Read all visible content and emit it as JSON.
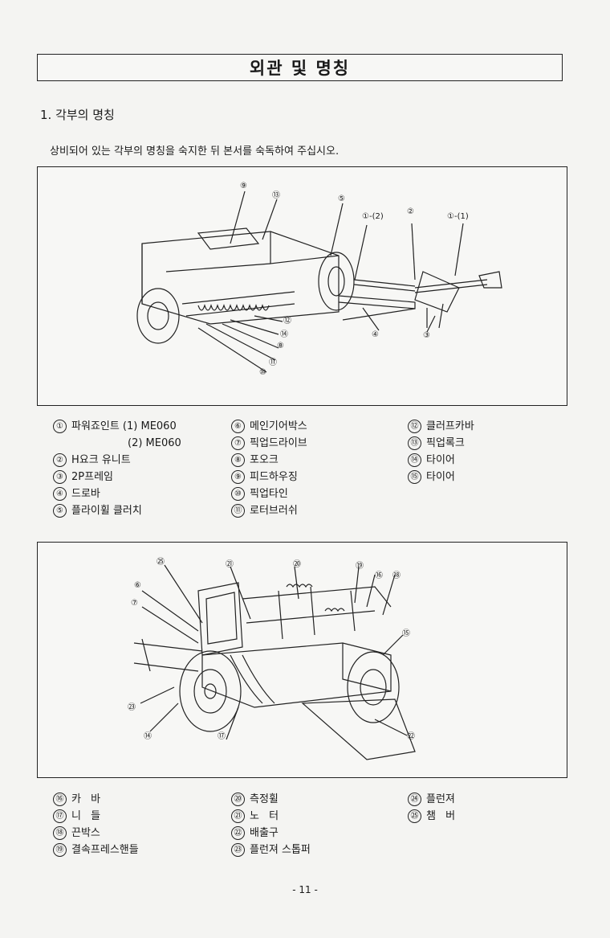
{
  "header": {
    "title": "외관 및 명칭"
  },
  "section": {
    "title": "1. 각부의 명칭"
  },
  "intro": "상비되어 있는 각부의 명칭을 숙지한 뒤 본서를 숙독하여 주십시오.",
  "figure1": {
    "callouts": [
      "⑨",
      "⑬",
      "⑤",
      "①-(2)",
      "②",
      "①-(1)",
      "⑫",
      "⑭",
      "⑧",
      "⑪",
      "⑩",
      "④",
      "③"
    ]
  },
  "legend1": {
    "col1": [
      {
        "num": "①",
        "label": "파워죠인트 (1) ME060"
      },
      {
        "num": "",
        "label": "(2) ME060"
      },
      {
        "num": "②",
        "label": "H요크 유니트"
      },
      {
        "num": "③",
        "label": "2P프레임"
      },
      {
        "num": "④",
        "label": "드로바"
      },
      {
        "num": "⑤",
        "label": "플라이휠 클러치"
      }
    ],
    "col2": [
      {
        "num": "⑥",
        "label": "메인기어박스"
      },
      {
        "num": "⑦",
        "label": "픽업드라이브"
      },
      {
        "num": "⑧",
        "label": "포오크"
      },
      {
        "num": "⑨",
        "label": "피드하우징"
      },
      {
        "num": "⑩",
        "label": "픽업타인"
      },
      {
        "num": "⑪",
        "label": "로터브러쉬"
      }
    ],
    "col3": [
      {
        "num": "⑫",
        "label": "클러프카바"
      },
      {
        "num": "⑬",
        "label": "픽업록크"
      },
      {
        "num": "⑭",
        "label": "타이어"
      },
      {
        "num": "⑮",
        "label": "타이어"
      }
    ]
  },
  "figure2": {
    "callouts": [
      "㉕",
      "㉑",
      "⑳",
      "⑲",
      "⑯",
      "⑱",
      "⑥",
      "⑦",
      "⑮",
      "㉓",
      "⑭",
      "⑰",
      "㉒"
    ]
  },
  "legend2": {
    "col1": [
      {
        "num": "⑯",
        "label": "카 바"
      },
      {
        "num": "⑰",
        "label": "니 들"
      },
      {
        "num": "⑱",
        "label": "끈박스"
      },
      {
        "num": "⑲",
        "label": "결속프레스핸들"
      }
    ],
    "col2": [
      {
        "num": "⑳",
        "label": "측정휠"
      },
      {
        "num": "㉑",
        "label": "노 터"
      },
      {
        "num": "㉒",
        "label": "배출구"
      },
      {
        "num": "㉓",
        "label": "플런져 스톱퍼"
      }
    ],
    "col3": [
      {
        "num": "㉔",
        "label": "플런져"
      },
      {
        "num": "㉕",
        "label": "챔 버"
      }
    ]
  },
  "page_number": "- 11 -"
}
